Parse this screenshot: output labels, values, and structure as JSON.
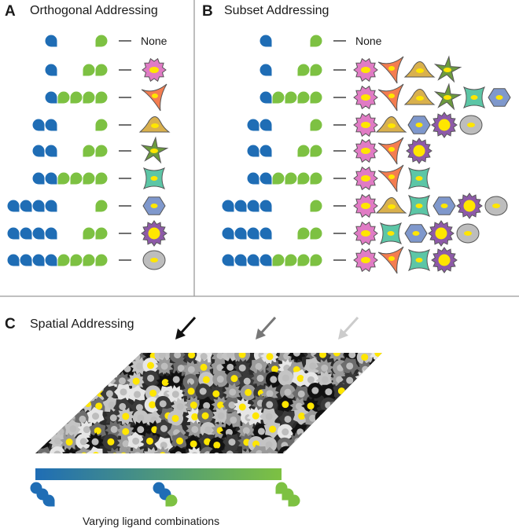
{
  "panels": {
    "a": {
      "letter": "A",
      "title": "Orthogonal Addressing",
      "none_label": "None"
    },
    "b": {
      "letter": "B",
      "title": "Subset Addressing",
      "none_label": "None"
    },
    "c": {
      "letter": "C",
      "title": "Spatial Addressing",
      "caption": "Varying ligand combinations"
    }
  },
  "colors": {
    "blue_ligand": "#1f6db5",
    "green_ligand": "#7dc142",
    "pink_cell": "#e07bc4",
    "orange_cell": "#f47d50",
    "tan_cell": "#d9b04d",
    "olive_cell": "#6c9a3f",
    "teal_cell": "#5cc6a6",
    "blue_cell": "#7f98cc",
    "purple_cell": "#8d5aa8",
    "gray_cell": "#bdbdbd",
    "nucleus": "#ffe600"
  },
  "icons": {
    "arrows": [
      "arrow-black-icon",
      "arrow-gray-icon",
      "arrow-lightgray-icon"
    ]
  }
}
